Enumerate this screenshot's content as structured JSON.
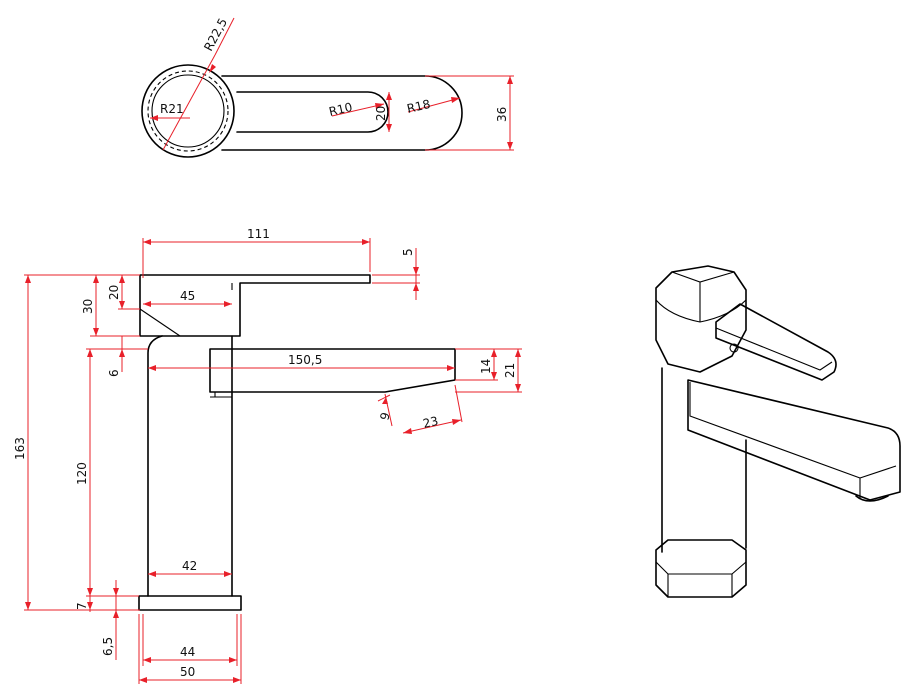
{
  "colors": {
    "object_line": "#000000",
    "dimension_line": "#e8202a",
    "text": "#111111",
    "background": "#ffffff"
  },
  "top_view": {
    "labels": {
      "r22_5": "R22,5",
      "r21": "R21",
      "r10": "R10",
      "r18": "R18",
      "d20": "20",
      "d36": "36"
    }
  },
  "front_view": {
    "labels": {
      "d111": "111",
      "d5": "5",
      "d30": "30",
      "d20": "20",
      "d45": "45",
      "d163": "163",
      "d150_5": "150,5",
      "d14": "14",
      "d21": "21",
      "d6": "6",
      "d9": "9",
      "d23": "23",
      "d120": "120",
      "d42": "42",
      "d7": "7",
      "d6_5": "6,5",
      "d44": "44",
      "d50": "50"
    }
  }
}
